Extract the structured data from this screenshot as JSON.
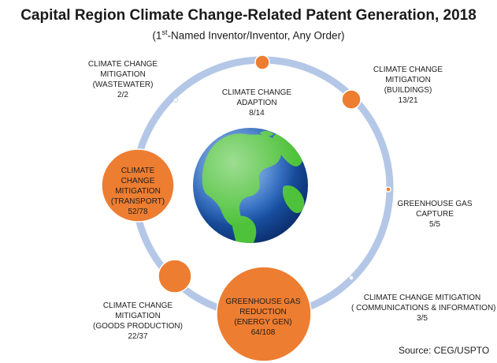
{
  "title": "Capital Region Climate Change-Related Patent Generation, 2018",
  "subtitle": {
    "pre": "(1",
    "sup": "st",
    "post": "-Named Inventor/Inventor, Any Order)"
  },
  "center_label": [
    "CLIMATE CHANGE",
    "ADAPTION",
    "8/14"
  ],
  "categories": [
    {
      "lines": [
        "CLIMATE CHANGE",
        "MITIGATION",
        "(WASTEWATER)",
        "2/2"
      ]
    },
    {
      "lines": [
        "CLIMATE CHANGE",
        "MITIGATION",
        "(BUILDINGS)",
        "13/21"
      ]
    },
    {
      "lines": [
        "GREENHOUSE GAS",
        "CAPTURE",
        "5/5"
      ]
    },
    {
      "lines": [
        "CLIMATE CHANGE MITIGATION",
        "( COMMUNICATIONS & INFORMATION)",
        "3/5"
      ]
    },
    {
      "lines": [
        "GREENHOUSE GAS",
        "REDUCTION",
        "(ENERGY GEN)",
        "64/108"
      ]
    },
    {
      "lines": [
        "CLIMATE CHANGE",
        "MITIGATION",
        "(GOODS PRODUCTION)",
        "22/37"
      ]
    },
    {
      "lines": [
        "CLIMATE",
        "CHANGE",
        "MITIGATION",
        "(TRANSPORT)",
        "52/78"
      ]
    }
  ],
  "source": "Source: CEG/USPTO",
  "colors": {
    "ring": "#b4c7e7",
    "node": "#ed7d31",
    "node_stroke": "#ffffff",
    "ocean": "#1f5fb8",
    "land": "#4ec23a"
  }
}
